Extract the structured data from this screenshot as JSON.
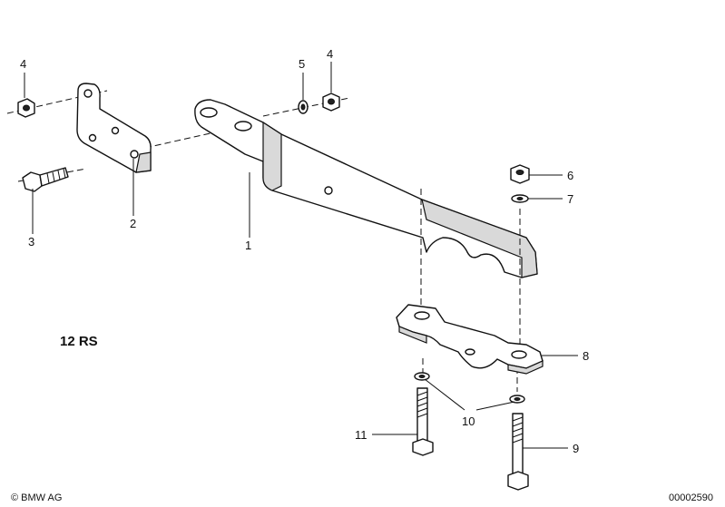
{
  "diagram": {
    "model_label": "12 RS",
    "copyright": "© BMW AG",
    "diagram_number": "00002590",
    "callouts": [
      {
        "id": "c1",
        "label": "1"
      },
      {
        "id": "c2",
        "label": "2"
      },
      {
        "id": "c3",
        "label": "3"
      },
      {
        "id": "c4a",
        "label": "4"
      },
      {
        "id": "c4b",
        "label": "4"
      },
      {
        "id": "c5",
        "label": "5"
      },
      {
        "id": "c6",
        "label": "6"
      },
      {
        "id": "c7",
        "label": "7"
      },
      {
        "id": "c8",
        "label": "8"
      },
      {
        "id": "c9",
        "label": "9"
      },
      {
        "id": "c10",
        "label": "10"
      },
      {
        "id": "c11",
        "label": "11"
      }
    ]
  }
}
